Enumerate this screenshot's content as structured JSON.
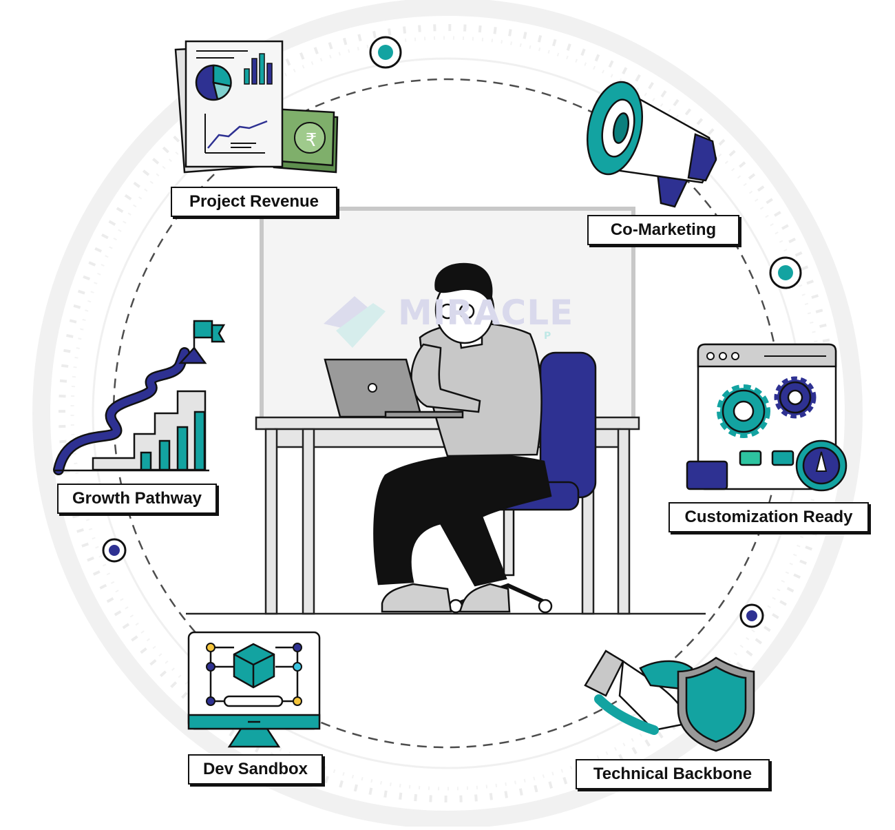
{
  "watermark": {
    "brand": "MIRACLE",
    "brand_sub": "P"
  },
  "features": [
    {
      "label": "Project Revenue"
    },
    {
      "label": "Co-Marketing"
    },
    {
      "label": "Growth Pathway"
    },
    {
      "label": "Customization Ready"
    },
    {
      "label": "Dev Sandbox"
    },
    {
      "label": "Technical Backbone"
    }
  ],
  "icons": {
    "project_revenue": {
      "currency_symbol": "₹"
    }
  },
  "colors": {
    "teal": "#13a3a1",
    "navy": "#2e3192",
    "dark": "#111111",
    "gray": "#b3b3b3",
    "cash_green": "#7faf6b"
  }
}
